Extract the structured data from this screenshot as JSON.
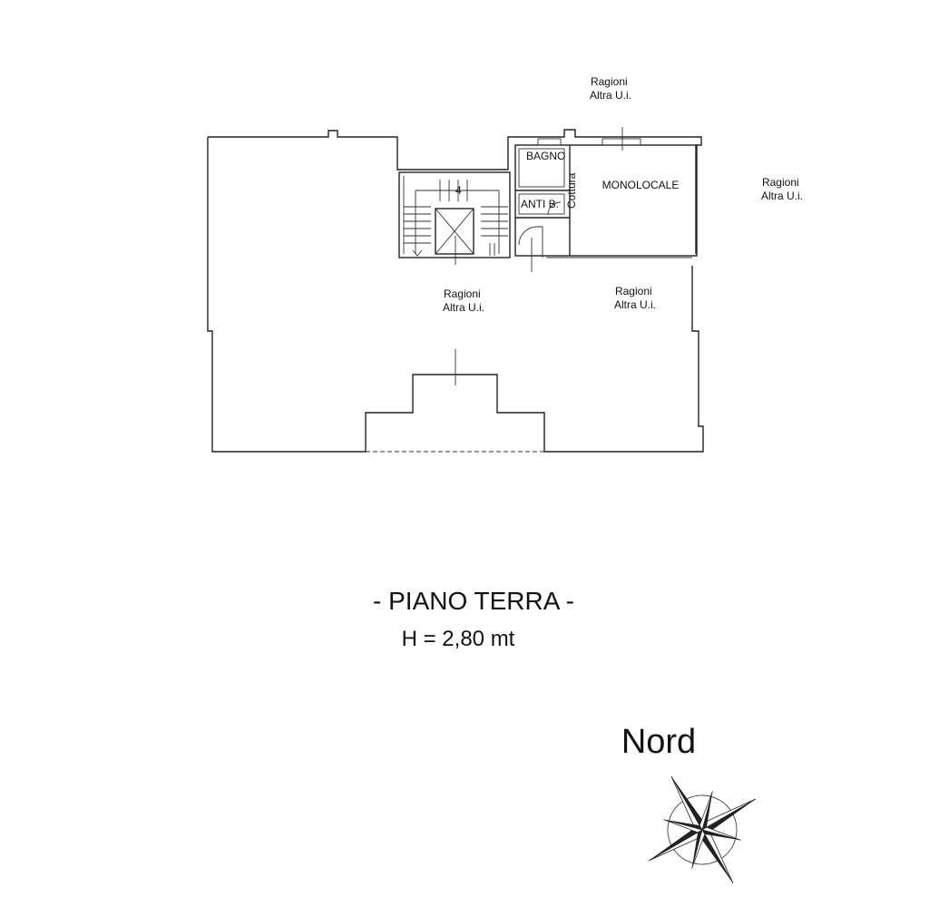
{
  "plan": {
    "labels": {
      "ragioni_top": [
        "Ragioni",
        "Altra U.i."
      ],
      "ragioni_right": [
        "Ragioni",
        "Altra U.i."
      ],
      "ragioni_center": [
        "Ragioni",
        "Altra U.i."
      ],
      "ragioni_mid": [
        "Ragioni",
        "Altra U.i."
      ]
    },
    "rooms": {
      "bagno": "BAGNO",
      "antib": "ANTI B.",
      "cottura": "Cottura",
      "monolocale": "MONOLOCALE"
    },
    "stair_number": "4"
  },
  "title": {
    "floor": "- PIANO TERRA -",
    "height": "H = 2,80 mt"
  },
  "compass": {
    "label": "Nord"
  }
}
